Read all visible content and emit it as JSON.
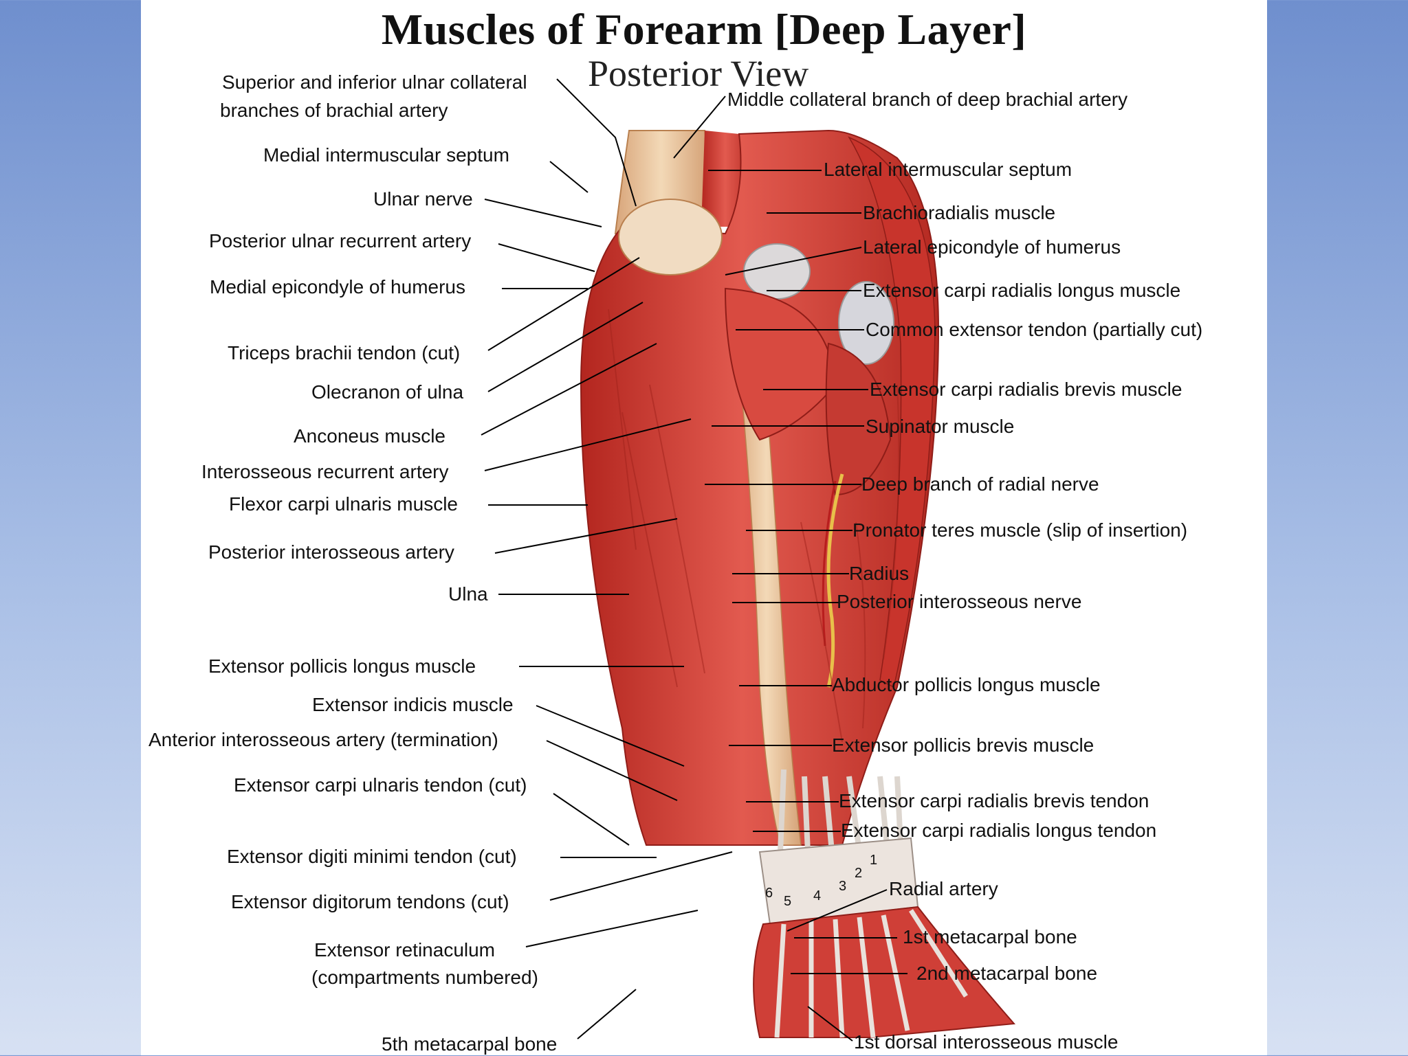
{
  "title": "Muscles of Forearm [Deep Layer]",
  "subtitle": "Posterior View",
  "labels_left": [
    {
      "id": "sup-inf-ulnar-collateral-1",
      "text": "Superior and inferior ulnar collateral"
    },
    {
      "id": "sup-inf-ulnar-collateral-2",
      "text": "branches of brachial artery"
    },
    {
      "id": "medial-intermuscular-septum",
      "text": "Medial intermuscular septum"
    },
    {
      "id": "ulnar-nerve",
      "text": "Ulnar nerve"
    },
    {
      "id": "posterior-ulnar-recurrent-artery",
      "text": "Posterior ulnar recurrent artery"
    },
    {
      "id": "medial-epicondyle",
      "text": "Medial epicondyle of humerus"
    },
    {
      "id": "triceps-tendon",
      "text": "Triceps brachii tendon (cut)"
    },
    {
      "id": "olecranon",
      "text": "Olecranon of ulna"
    },
    {
      "id": "anconeus",
      "text": "Anconeus muscle"
    },
    {
      "id": "interosseous-recurrent-artery",
      "text": "Interosseous recurrent artery"
    },
    {
      "id": "flexor-carpi-ulnaris",
      "text": "Flexor carpi ulnaris muscle"
    },
    {
      "id": "posterior-interosseous-artery",
      "text": "Posterior interosseous artery"
    },
    {
      "id": "ulna",
      "text": "Ulna"
    },
    {
      "id": "extensor-pollicis-longus",
      "text": "Extensor pollicis longus  muscle"
    },
    {
      "id": "extensor-indicis",
      "text": "Extensor indicis muscle"
    },
    {
      "id": "anterior-interosseous-artery",
      "text": "Anterior interosseous artery (termination)"
    },
    {
      "id": "extensor-carpi-ulnaris-tendon",
      "text": "Extensor carpi ulnaris tendon  (cut)"
    },
    {
      "id": "extensor-digiti-minimi-tendon",
      "text": "Extensor digiti minimi tendon  (cut)"
    },
    {
      "id": "extensor-digitorum-tendons",
      "text": "Extensor digitorum tendons  (cut)"
    },
    {
      "id": "extensor-retinaculum-1",
      "text": "Extensor retinaculum"
    },
    {
      "id": "extensor-retinaculum-2",
      "text": "(compartments numbered)"
    },
    {
      "id": "fifth-metacarpal",
      "text": "5th metacarpal bone"
    }
  ],
  "labels_right": [
    {
      "id": "middle-collateral-branch",
      "text": "Middle collateral branch of deep brachial artery"
    },
    {
      "id": "lateral-intermuscular-septum",
      "text": "Lateral intermuscular septum"
    },
    {
      "id": "brachioradialis",
      "text": "Brachioradialis muscle"
    },
    {
      "id": "lateral-epicondyle",
      "text": "Lateral epicondyle of humerus"
    },
    {
      "id": "ecrl-muscle",
      "text": "Extensor carpi radialis longus  muscle"
    },
    {
      "id": "common-extensor-tendon",
      "text": "Common extensor tendon (partially cut)"
    },
    {
      "id": "ecrb-muscle",
      "text": "Extensor carpi radialis brevis muscle"
    },
    {
      "id": "supinator",
      "text": "Supinator muscle"
    },
    {
      "id": "deep-branch-radial-nerve",
      "text": "Deep branch of radial nerve"
    },
    {
      "id": "pronator-teres",
      "text": "Pronator teres muscle (slip of insertion)"
    },
    {
      "id": "radius",
      "text": "Radius"
    },
    {
      "id": "posterior-interosseous-nerve",
      "text": "Posterior interosseous nerve"
    },
    {
      "id": "abductor-pollicis-longus",
      "text": "Abductor pollicis longus  muscle"
    },
    {
      "id": "extensor-pollicis-brevis",
      "text": "Extensor pollicis brevis muscle"
    },
    {
      "id": "ecrb-tendon",
      "text": "Extensor carpi radialis brevis tendon"
    },
    {
      "id": "ecrl-tendon",
      "text": "Extensor carpi radialis longus  tendon"
    },
    {
      "id": "radial-artery",
      "text": "Radial artery"
    },
    {
      "id": "first-metacarpal",
      "text": "1st metacarpal bone"
    },
    {
      "id": "second-metacarpal",
      "text": "2nd metacarpal bone"
    },
    {
      "id": "first-dorsal-interosseous",
      "text": "1st dorsal interosseous muscle"
    }
  ],
  "compartment_numbers": [
    "1",
    "2",
    "3",
    "4",
    "5",
    "6"
  ],
  "colors": {
    "muscle": "#d9433d",
    "muscle_dark": "#a8231f",
    "tendon": "#e9e2dc",
    "bone": "#eccfa8",
    "nerve": "#e8c04a",
    "background_gradient_top": "#6f8fce",
    "background_gradient_bottom": "#d7e1f3"
  }
}
